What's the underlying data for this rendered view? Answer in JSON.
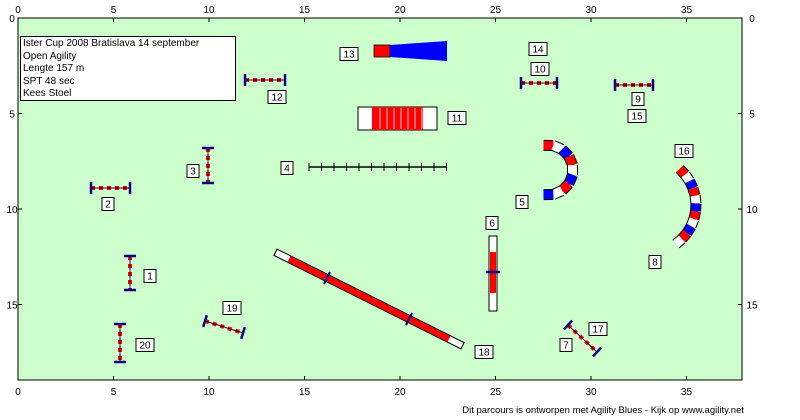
{
  "info": {
    "lines": [
      "Ister Cup 2008 Bratislava 14 september",
      "Open Agility",
      "Lengte 157 m",
      "SPT 48 sec",
      "Kees Stoel"
    ]
  },
  "axis": {
    "ticks": [
      "0",
      "5",
      "10",
      "15",
      "20",
      "25",
      "30",
      "35"
    ],
    "y_ticks": [
      "0",
      "5",
      "10",
      "15"
    ]
  },
  "obstacles": [
    {
      "id": "1",
      "type": "jump"
    },
    {
      "id": "2",
      "type": "jump"
    },
    {
      "id": "3",
      "type": "jump"
    },
    {
      "id": "4",
      "type": "weave"
    },
    {
      "id": "5",
      "type": "tunnel"
    },
    {
      "id": "6",
      "type": "table-jump"
    },
    {
      "id": "7",
      "type": "jump"
    },
    {
      "id": "8",
      "type": "tunnel"
    },
    {
      "id": "9",
      "type": "jump"
    },
    {
      "id": "10",
      "type": "jump"
    },
    {
      "id": "11",
      "type": "tunnel"
    },
    {
      "id": "12",
      "type": "jump"
    },
    {
      "id": "13",
      "type": "chute"
    },
    {
      "id": "14",
      "type": "jump"
    },
    {
      "id": "15",
      "type": "jump"
    },
    {
      "id": "16",
      "type": "tunnel"
    },
    {
      "id": "17",
      "type": "jump"
    },
    {
      "id": "18",
      "type": "dogwalk"
    },
    {
      "id": "19",
      "type": "jump"
    },
    {
      "id": "20",
      "type": "jump"
    }
  ],
  "footer": "Dit parcours is ontworpen met Agility Blues - Kijk op www.agility.net",
  "colors": {
    "field": "#ccffcc",
    "red": "#ff0000",
    "blue": "#0000ff",
    "navy": "#000080"
  }
}
